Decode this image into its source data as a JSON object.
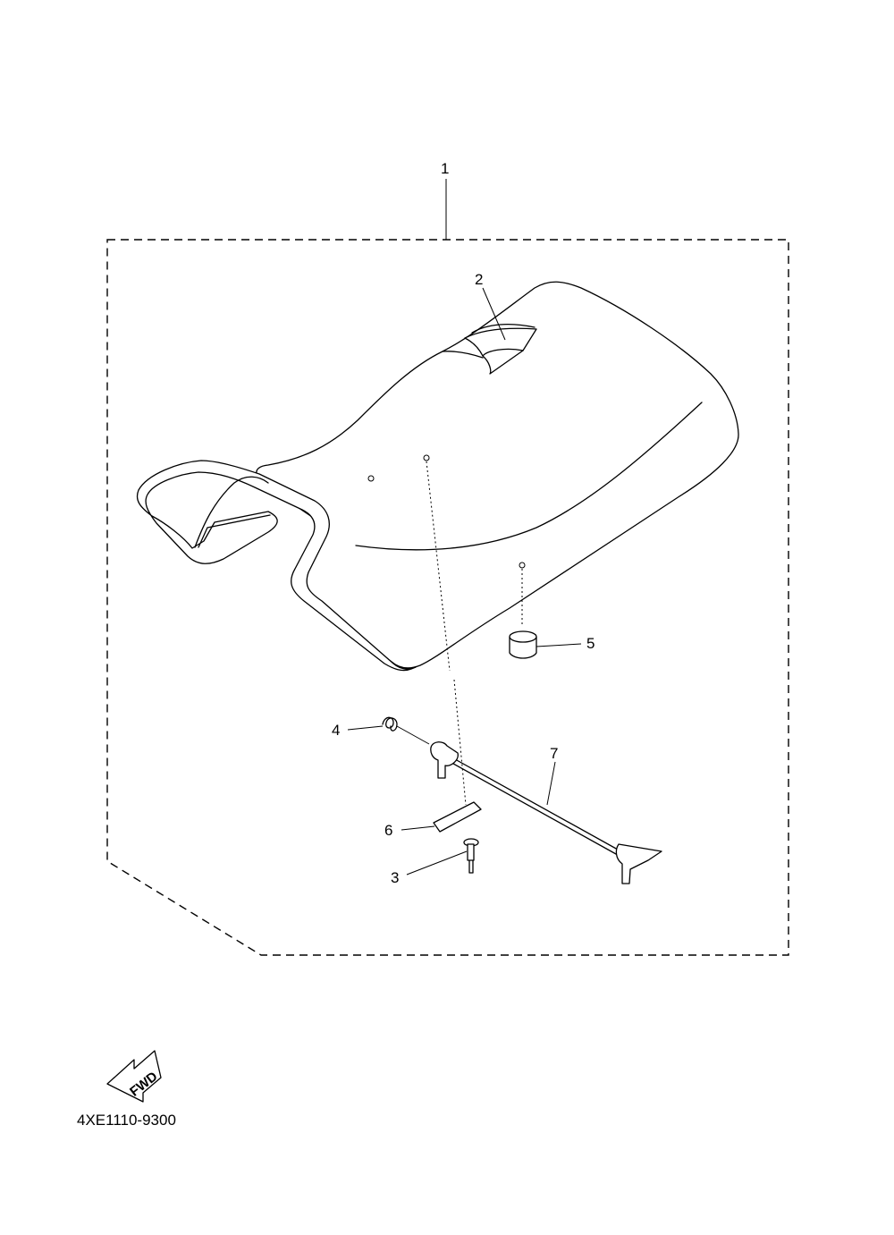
{
  "callouts": [
    {
      "id": "1",
      "label": "1"
    },
    {
      "id": "2",
      "label": "2"
    },
    {
      "id": "3",
      "label": "3"
    },
    {
      "id": "4",
      "label": "4"
    },
    {
      "id": "5",
      "label": "5"
    },
    {
      "id": "6",
      "label": "6"
    },
    {
      "id": "7",
      "label": "7"
    }
  ],
  "fwd_label": "FWD",
  "part_number": "4XE1110-9300"
}
